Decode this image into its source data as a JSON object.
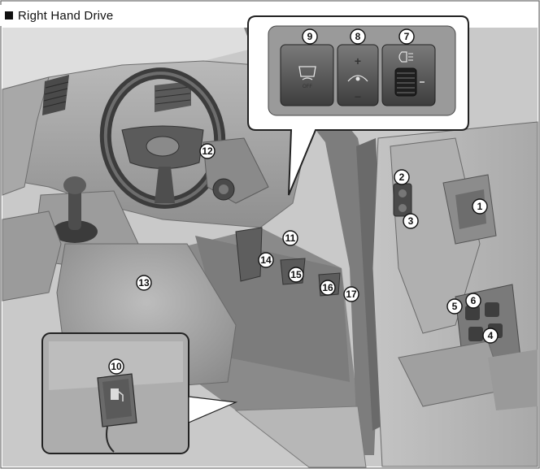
{
  "header": {
    "title": "Right Hand Drive"
  },
  "callouts": {
    "c1": "1",
    "c2": "2",
    "c3": "3",
    "c4": "4",
    "c5": "5",
    "c6": "6",
    "c7": "7",
    "c8": "8",
    "c9": "9",
    "c10": "10",
    "c11": "11",
    "c12": "12",
    "c13": "13",
    "c14": "14",
    "c15": "15",
    "c16": "16",
    "c17": "17"
  },
  "switch_panel": {
    "off_label": "OFF",
    "plus": "+",
    "minus": "−"
  }
}
